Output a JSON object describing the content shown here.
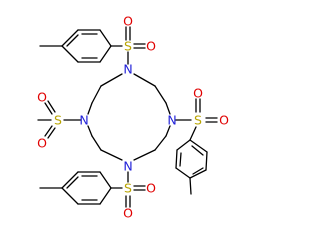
{
  "molecule": {
    "atoms": {
      "nitrogen_top": "N",
      "nitrogen_left": "N",
      "nitrogen_right": "N",
      "nitrogen_bottom": "N",
      "sulfur_top": "S",
      "sulfur_left": "S",
      "sulfur_right": "S",
      "sulfur_bottom": "S",
      "oxygen_top_left": "O",
      "oxygen_top_right": "O",
      "oxygen_left_upper": "O",
      "oxygen_left_lower": "O",
      "oxygen_right_left": "O",
      "oxygen_right_right": "O",
      "oxygen_bottom_left": "O",
      "oxygen_bottom_right": "O"
    },
    "colors": {
      "nitrogen": "#1f1fd8",
      "sulfur": "#b8a400",
      "oxygen": "#e00000",
      "bond": "#000000"
    }
  }
}
